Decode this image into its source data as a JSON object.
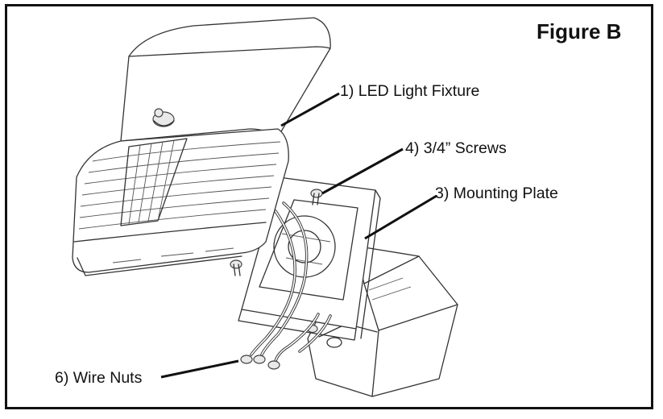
{
  "figure": {
    "title": "Figure B",
    "labels": [
      {
        "id": "led-light-fixture",
        "text": "1) LED Light Fixture"
      },
      {
        "id": "screws",
        "text": "4) 3/4” Screws"
      },
      {
        "id": "mounting-plate",
        "text": "3) Mounting Plate"
      },
      {
        "id": "wire-nuts",
        "text": "6) Wire Nuts"
      }
    ]
  }
}
